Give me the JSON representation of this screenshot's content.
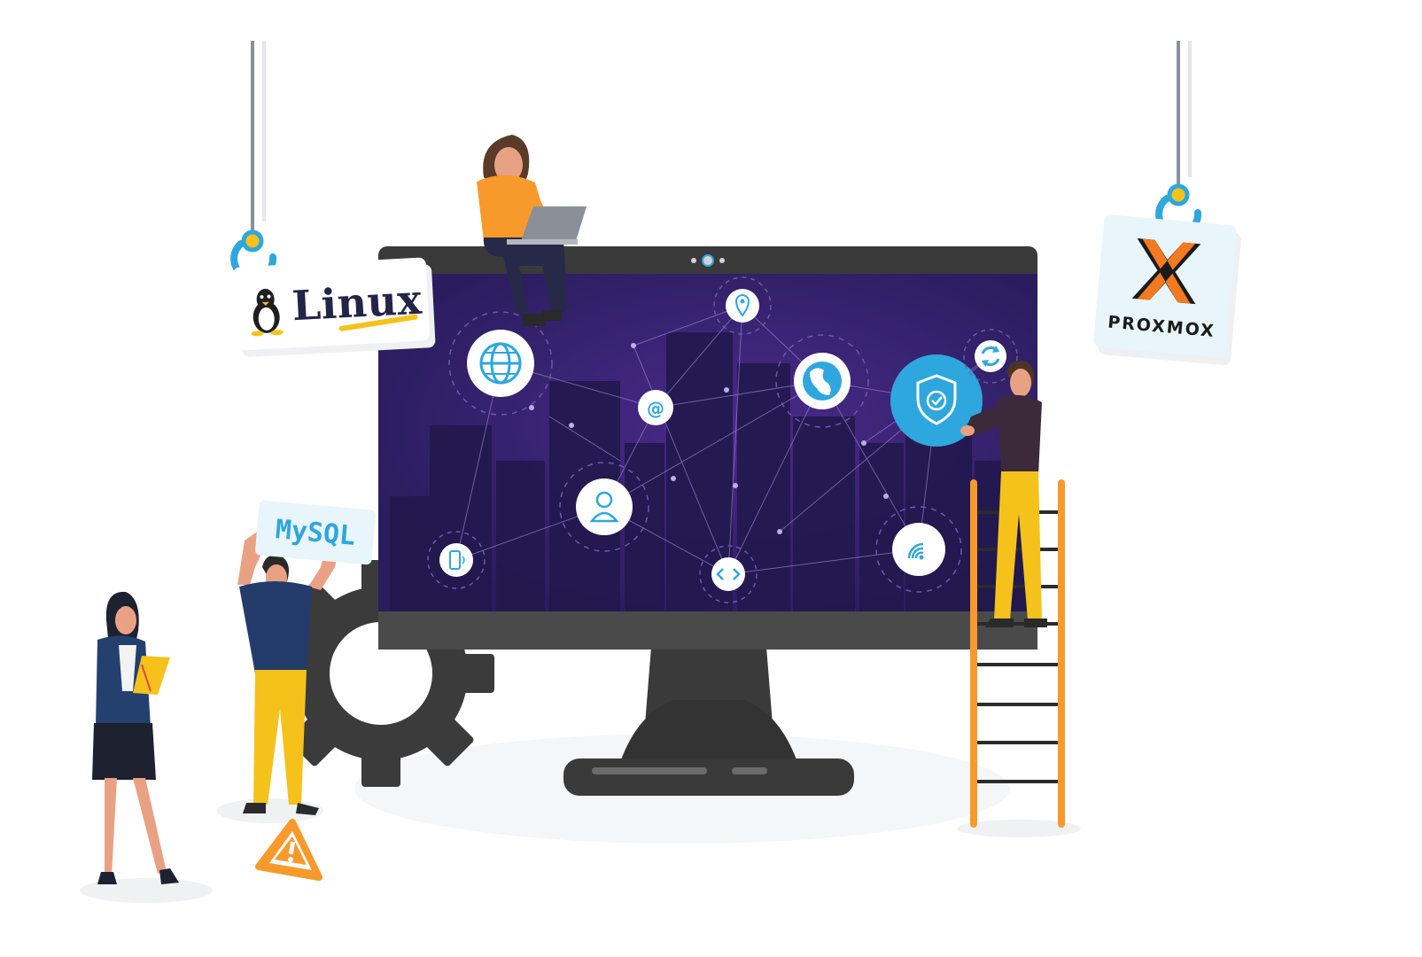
{
  "tags": {
    "linux": "Linux",
    "mysql": "MySQL",
    "proxmox": "PROXMOX"
  },
  "icons": {
    "monitor_nodes": [
      "globe-icon",
      "at-icon",
      "location-pin-icon",
      "earth-icon",
      "shield-check-icon",
      "refresh-icon",
      "user-icon",
      "mobile-icon",
      "code-icon",
      "wifi-icon"
    ],
    "other": [
      "penguin-icon",
      "proxmox-x-icon",
      "warning-icon",
      "gear-icon"
    ]
  },
  "colors": {
    "screen_bg": "#2a1d5e",
    "screen_glow": "#4a2a8a",
    "monitor_frame": "#3a3a3a",
    "accent_blue": "#2ea7de",
    "accent_orange": "#f79a2b",
    "accent_yellow": "#f5c21b"
  }
}
